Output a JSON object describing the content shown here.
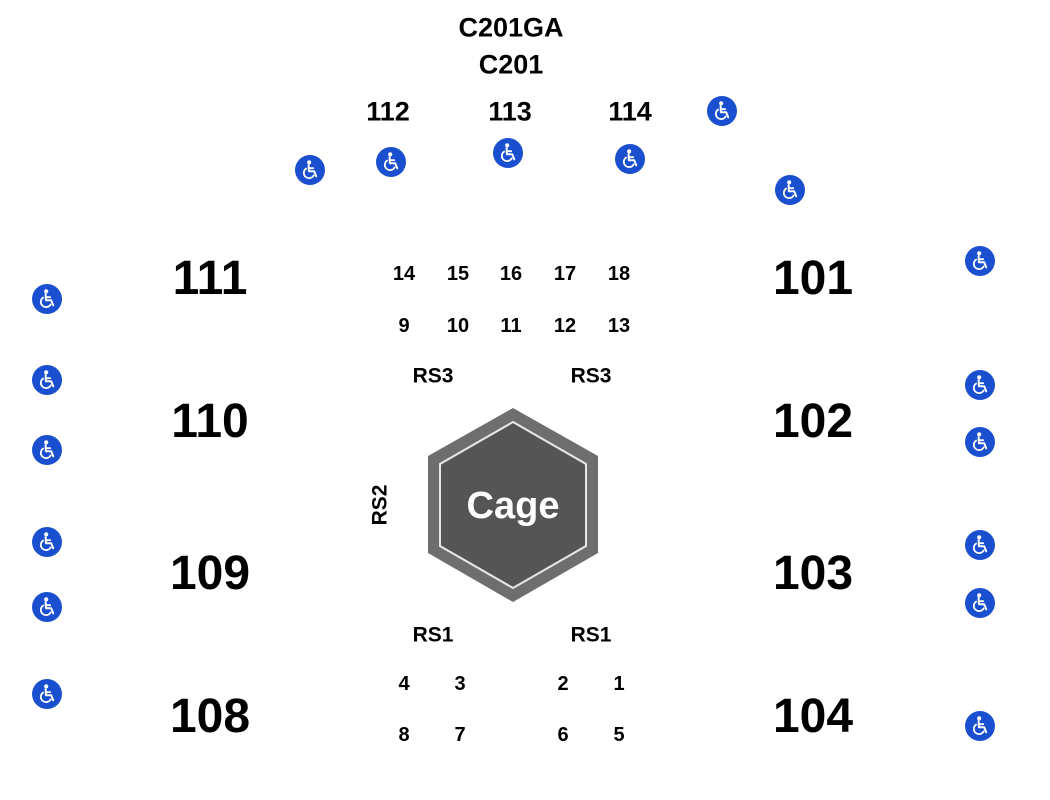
{
  "colors": {
    "ada_blue": "#1a4fcf",
    "cage_outer": "#6e6e6e",
    "cage_inner": "#555555",
    "text": "#000000"
  },
  "top_sections": {
    "upper_ga": "C201GA",
    "upper": "C201",
    "s112": "112",
    "s113": "113",
    "s114": "114"
  },
  "sections": {
    "s111": "111",
    "s110": "110",
    "s109": "109",
    "s108": "108",
    "s101": "101",
    "s102": "102",
    "s103": "103",
    "s104": "104"
  },
  "ringside": {
    "rs3_left": "RS3",
    "rs3_right": "RS3",
    "rs2": "RS2",
    "rs1_left": "RS1",
    "rs1_right": "RS1"
  },
  "floor_rows": {
    "r14": "14",
    "r15": "15",
    "r16": "16",
    "r17": "17",
    "r18": "18",
    "r9": "9",
    "r10": "10",
    "r11": "11",
    "r12": "12",
    "r13": "13",
    "r4": "4",
    "r3": "3",
    "r2": "2",
    "r1": "1",
    "r8": "8",
    "r7": "7",
    "r6": "6",
    "r5": "5"
  },
  "stage": {
    "label": "Cage"
  },
  "icons": {
    "accessible": "wheelchair-icon"
  }
}
